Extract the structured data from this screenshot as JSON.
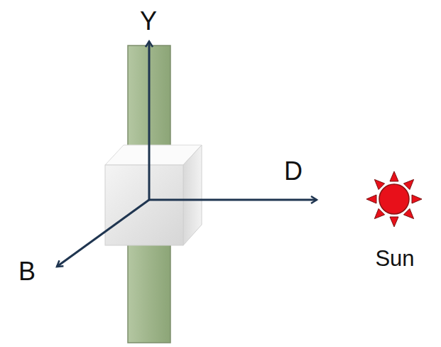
{
  "diagram": {
    "labels": [
      "Y",
      "D",
      "B",
      "Sun"
    ]
  }
}
